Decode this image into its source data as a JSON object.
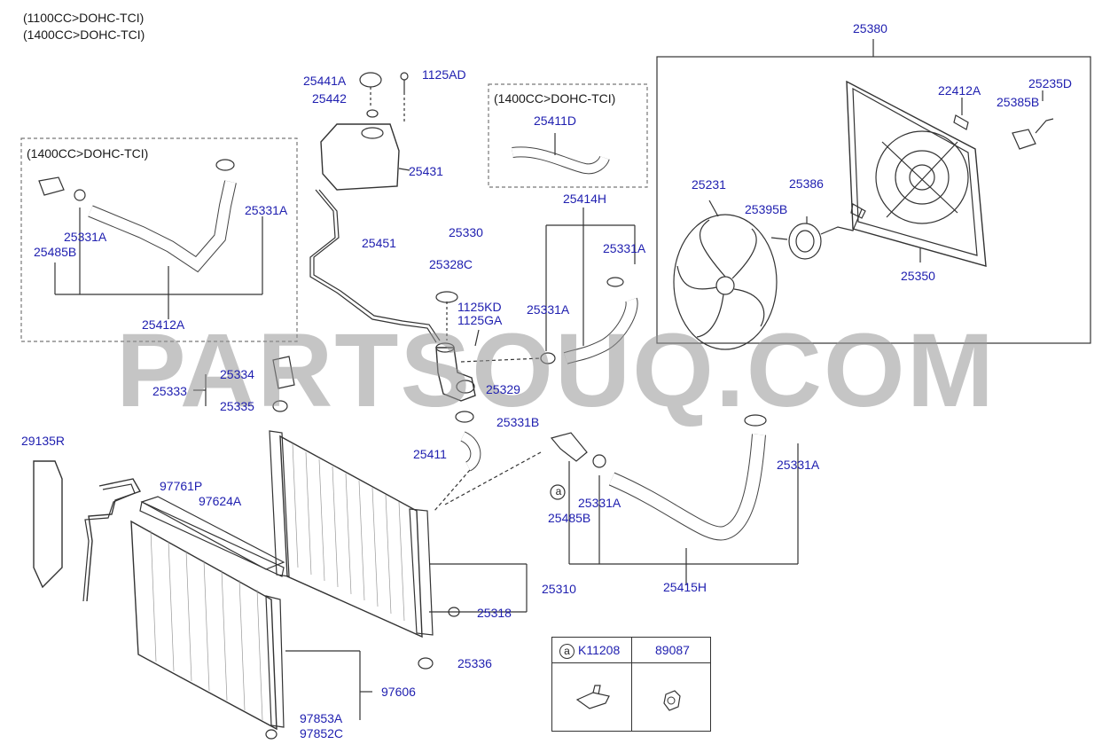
{
  "header": {
    "line1": "(1100CC>DOHC-TCI)",
    "line2": "(1400CC>DOHC-TCI)"
  },
  "boxes": {
    "left_title": "(1400CC>DOHC-TCI)",
    "mid_title": "(1400CC>DOHC-TCI)"
  },
  "watermark": "PARTSOUQ.COM",
  "parts": {
    "p25380": "25380",
    "p22412A": "22412A",
    "p25235D": "25235D",
    "p25385B": "25385B",
    "p25231": "25231",
    "p25386": "25386",
    "p25395B": "25395B",
    "p25350": "25350",
    "p25441A": "25441A",
    "p1125AD": "1125AD",
    "p25442": "25442",
    "p25431": "25431",
    "p25451": "25451",
    "p25411D": "25411D",
    "p25414H": "25414H",
    "p25331A_a": "25331A",
    "p25331A_b": "25331A",
    "p25331A_c": "25331A",
    "p25331A_d": "25331A",
    "p25331A_e": "25331A",
    "p25331A_f": "25331A",
    "p25485B_a": "25485B",
    "p25485B_b": "25485B",
    "p25412A": "25412A",
    "p25330": "25330",
    "p25328C": "25328C",
    "p1125KD": "1125KD",
    "p1125GA": "1125GA",
    "p25334": "25334",
    "p25333": "25333",
    "p25335": "25335",
    "p25329": "25329",
    "p25331B": "25331B",
    "p29135R": "29135R",
    "p97761P": "97761P",
    "p97624A": "97624A",
    "p25411": "25411",
    "p25415H": "25415H",
    "p25310": "25310",
    "p25318": "25318",
    "p25336": "25336",
    "p97606": "97606",
    "p97853A": "97853A",
    "p97852C": "97852C"
  },
  "table": {
    "marker": "a",
    "col1": "K11208",
    "col2": "89087"
  },
  "callout_marker": "a"
}
